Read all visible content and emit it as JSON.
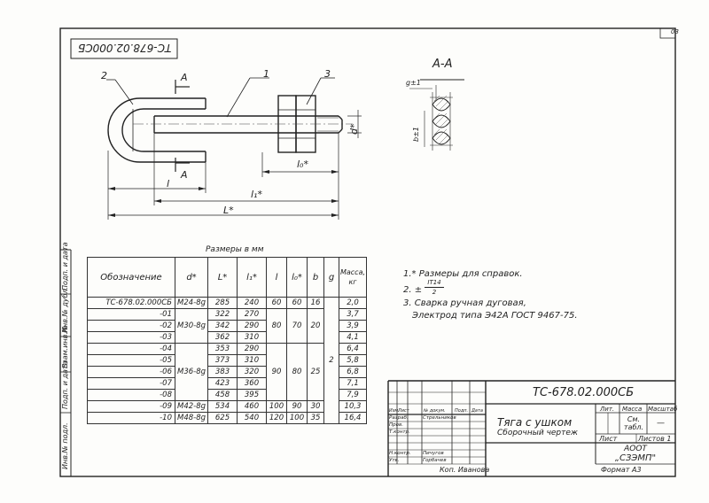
{
  "sheet": {
    "page_mark": "03",
    "stamp_top": "ТС-678.02.000СБ"
  },
  "drawing": {
    "callouts": [
      "1",
      "2",
      "3"
    ],
    "section_letter": "А",
    "dims": {
      "l": "l",
      "l1": "l₁*",
      "L": "L*",
      "l0": "l₀*",
      "d": "d*"
    },
    "section": {
      "title": "А-А",
      "g": "g±1",
      "b": "b±1"
    }
  },
  "table": {
    "title": "Размеры в мм",
    "headers": [
      "Обозначение",
      "d*",
      "L*",
      "l₁*",
      "l",
      "l₀*",
      "b",
      "g",
      "Масса, кг"
    ],
    "designations": [
      "ТС-678.02.000СБ",
      "-01",
      "-02",
      "-03",
      "-04",
      "-05",
      "-06",
      "-07",
      "-08",
      "-09",
      "-10"
    ],
    "threads": [
      "М24-8g",
      "М30-8g",
      "М36-8g",
      "М42-8g",
      "М48-8g"
    ],
    "L": [
      "285",
      "322",
      "342",
      "362",
      "353",
      "373",
      "383",
      "423",
      "458",
      "534",
      "625"
    ],
    "l1": [
      "240",
      "270",
      "290",
      "310",
      "290",
      "310",
      "320",
      "360",
      "395",
      "460",
      "540"
    ],
    "l": [
      "60",
      "80",
      "90",
      "100",
      "120"
    ],
    "l0": [
      "60",
      "70",
      "80",
      "90",
      "100"
    ],
    "b": [
      "16",
      "20",
      "25",
      "30",
      "35"
    ],
    "g": "2",
    "mass": [
      "2,0",
      "3,7",
      "3,9",
      "4,1",
      "6,4",
      "5,8",
      "6,8",
      "7,1",
      "7,9",
      "10,3",
      "16,4"
    ]
  },
  "notes": {
    "n1": "1.* Размеры для справок.",
    "n2_prefix": "2. ±",
    "n2_frac_top": "IT14",
    "n2_frac_bottom": "2",
    "n3": "3. Сварка ручная дуговая,",
    "n3b": "Электрод типа Э42А ГОСТ 9467-75."
  },
  "side_strip": [
    "Инв.№ подл.",
    "Подп. и дата",
    "Взам.инв.№",
    "Инв.№ дубл.",
    "Подп. и дата"
  ],
  "title_block": {
    "code": "ТС-678.02.000СБ",
    "name": "Тяга с ушком",
    "doc_type": "Сборочный чертеж",
    "col_heads": [
      "Изм.",
      "Лист",
      "№ докум.",
      "Подп.",
      "Дата"
    ],
    "roles": [
      "Разраб.",
      "Пров.",
      "Т.контр.",
      "Н.контр.",
      "Утв."
    ],
    "names": [
      "Стрельников",
      "Пичугов",
      "Горбачев"
    ],
    "lit": "Лит.",
    "mass": "Масса",
    "scale": "Масштаб",
    "mass_val": "См. табл.",
    "scale_val": "—",
    "sheet": "Лист",
    "sheets": "Листов 1",
    "org1": "АООТ",
    "org2": "„СЗЭМП\"",
    "copied": "Коп. Иванова",
    "format": "Формат А3"
  }
}
